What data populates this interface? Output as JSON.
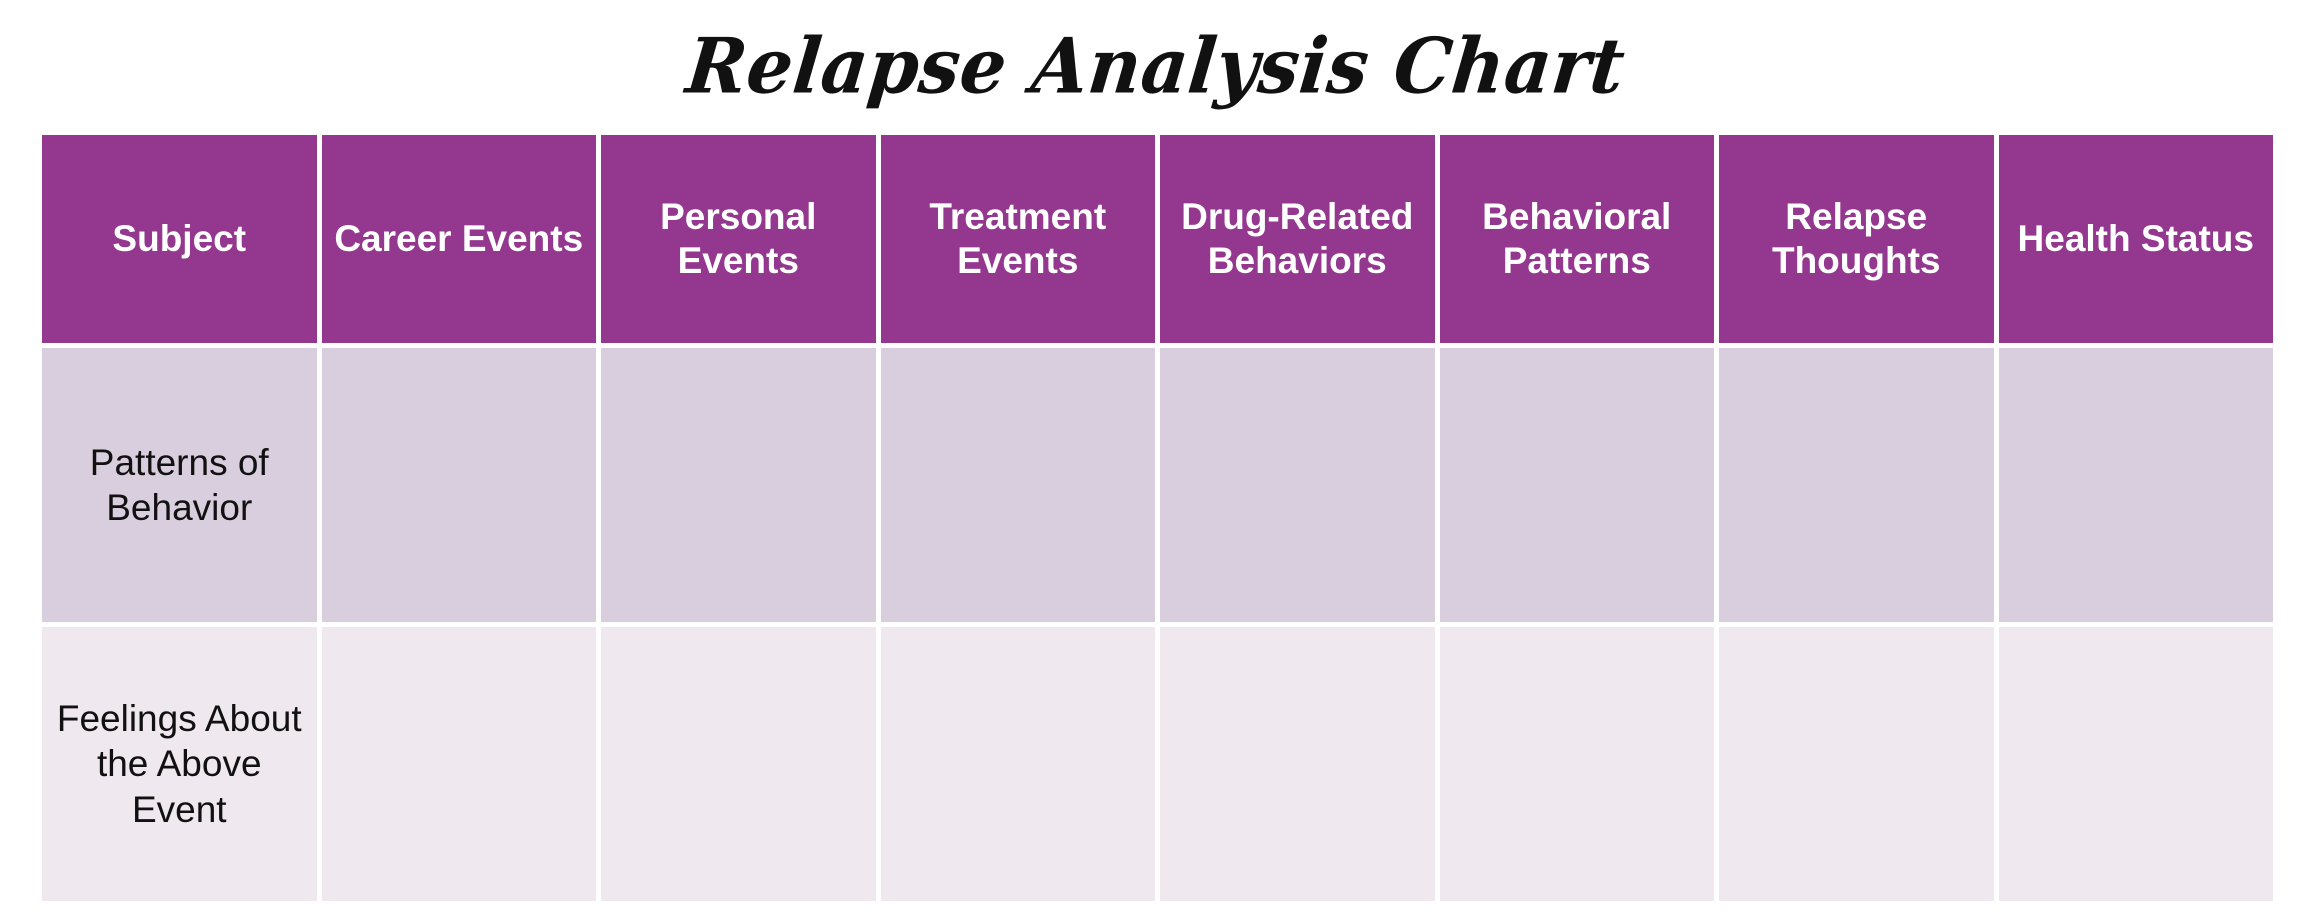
{
  "page": {
    "background_color": "#FFFFFF"
  },
  "title": {
    "text": "Relapse Analysis Chart",
    "color": "#111111"
  },
  "colors": {
    "header_purple": "#93378F",
    "header_text": "#FFFFFF",
    "row1_background": "#D9CEDD",
    "row2_background": "#EFE8EF",
    "body_text": "#111111",
    "grid_gap": "#FFFFFF"
  },
  "table": {
    "columns": [
      {
        "key": "subject",
        "label": "Subject"
      },
      {
        "key": "career_events",
        "label": "Career Events"
      },
      {
        "key": "personal_events",
        "label": "Personal Events"
      },
      {
        "key": "treatment_events",
        "label": "Treatment Events"
      },
      {
        "key": "drug_related_behaviors",
        "label": "Drug-Related Behaviors"
      },
      {
        "key": "behavioral_patterns",
        "label": "Behavioral Patterns"
      },
      {
        "key": "relapse_thoughts",
        "label": "Relapse Thoughts"
      },
      {
        "key": "health_status",
        "label": "Health Status"
      }
    ],
    "rows": [
      {
        "row_label": "Patterns of Behavior",
        "cells": [
          "Patterns of Behavior",
          "",
          "",
          "",
          "",
          "",
          "",
          ""
        ]
      },
      {
        "row_label": "Feelings About the Above Event",
        "cells": [
          "Feelings About the Above Event",
          "",
          "",
          "",
          "",
          "",
          "",
          ""
        ]
      }
    ]
  }
}
